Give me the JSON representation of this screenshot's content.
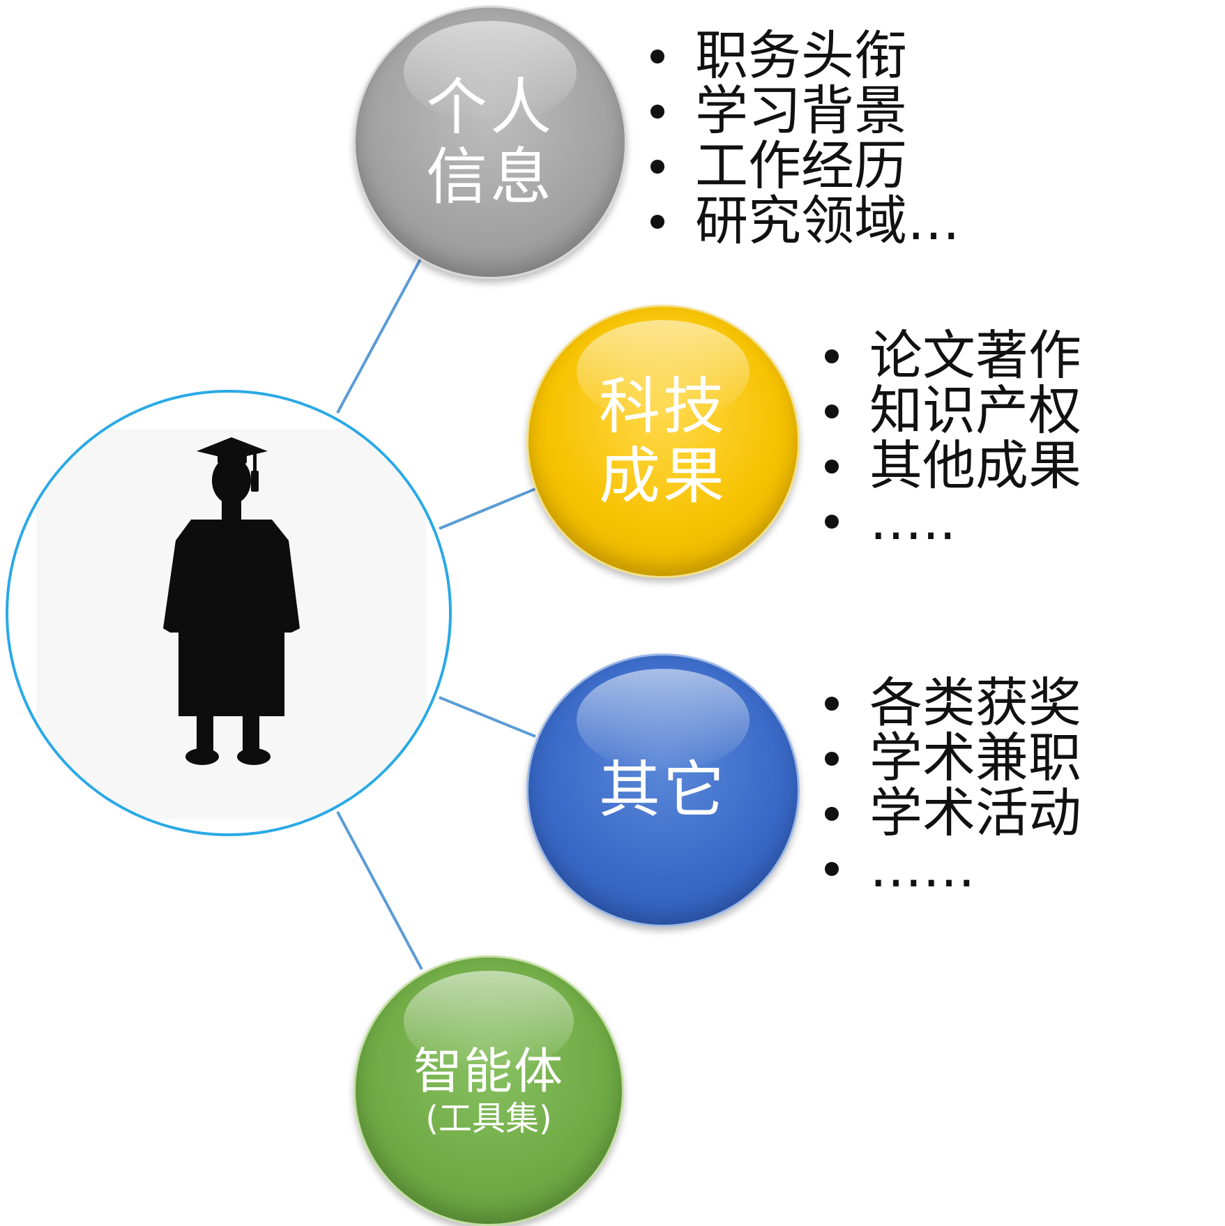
{
  "bubbles": {
    "personal": {
      "line1": "个人",
      "line2": "信息",
      "color": "#a3a3a3"
    },
    "tech": {
      "line1": "科技",
      "line2": "成果",
      "color": "#f7c200"
    },
    "other": {
      "line1": "其它",
      "color": "#3a6ac8"
    },
    "agent": {
      "line1": "智能体",
      "line2": "(工具集)",
      "color": "#70ab45"
    }
  },
  "lists": {
    "personal": [
      "职务头衔",
      "学习背景",
      "工作经历",
      "研究领域…"
    ],
    "tech": [
      "论文著作",
      "知识产权",
      "其他成果",
      "….."
    ],
    "other": [
      "各类获奖",
      "学术兼职",
      "学术活动",
      "……"
    ]
  },
  "center": {
    "icon": "graduate-silhouette-icon",
    "ring_color": "#29a9e6"
  },
  "connector_color": "#5b9bd5"
}
